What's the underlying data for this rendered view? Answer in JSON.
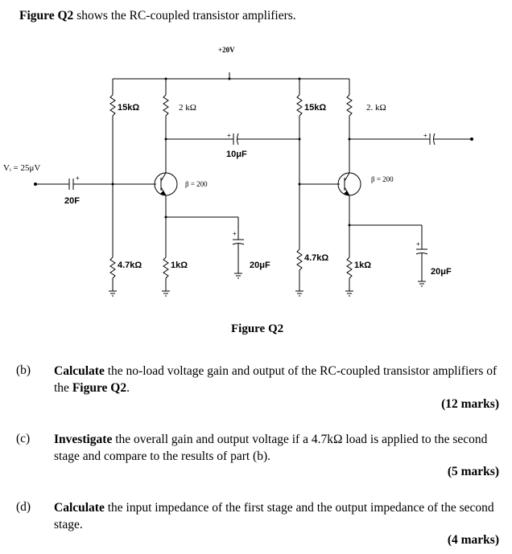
{
  "intro": {
    "fig_ref": "Figure Q2",
    "text": " shows the RC-coupled transistor amplifiers."
  },
  "circuit": {
    "vcc": "+20V",
    "vi": "Vᵢ = 25μV",
    "c_in": "20F",
    "r1": "15kΩ",
    "rc1": "2 kΩ",
    "beta1": "β = 200",
    "c_couple": "10μF",
    "r2": "4.7kΩ",
    "re1": "1kΩ",
    "ce1": "20μF",
    "r3": "15kΩ",
    "rc2": "2. kΩ",
    "beta2": "β = 200",
    "r4": "4.7kΩ",
    "re2": "1kΩ",
    "ce2": "20μF"
  },
  "figure_caption": "Figure Q2",
  "questions": [
    {
      "letter": "(b)",
      "keyword": "Calculate",
      "text": " the no-load voltage gain and output of the RC-coupled transistor amplifiers of the ",
      "ref": "Figure Q2",
      "tail": ".",
      "marks": "(12 marks)"
    },
    {
      "letter": "(c)",
      "keyword": "Investigate",
      "text": " the overall gain and output voltage if a 4.7kΩ load is applied to the second stage and compare to the results of part (b).",
      "marks": "(5 marks)"
    },
    {
      "letter": "(d)",
      "keyword": "Calculate",
      "text": " the input impedance of the first stage and the output impedance of the second stage.",
      "marks": "(4 marks)"
    }
  ]
}
